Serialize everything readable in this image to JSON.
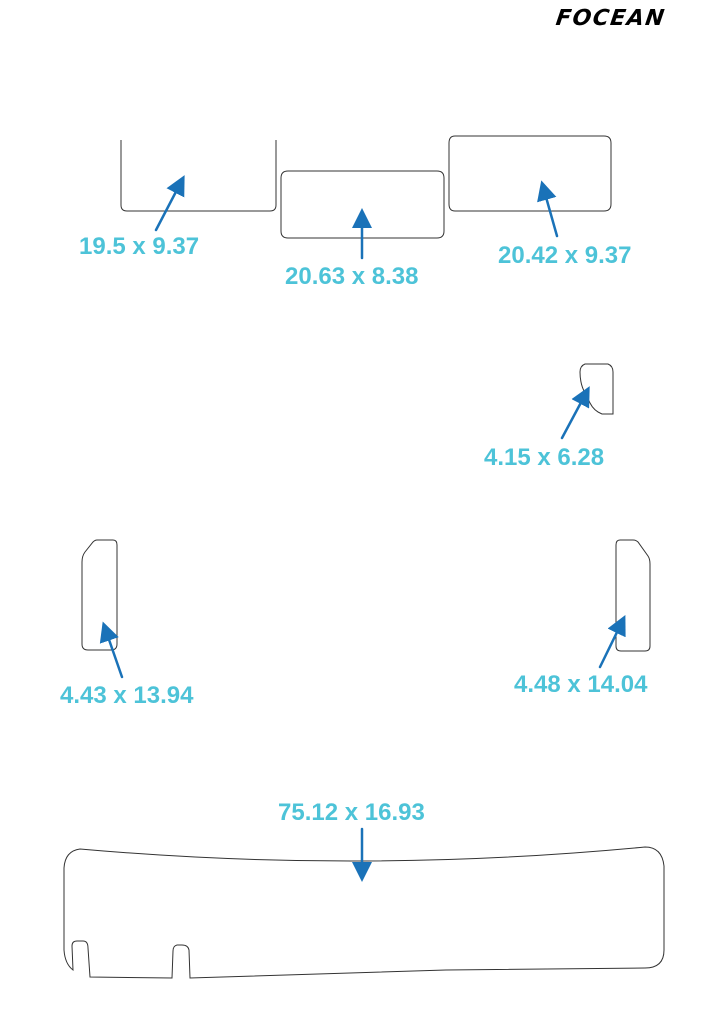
{
  "brand": {
    "logo_text": "FOCEAN"
  },
  "colors": {
    "label": "#4dc3d8",
    "arrow": "#1a72b8",
    "outline": "#333333",
    "background": "#ffffff"
  },
  "pieces": [
    {
      "label": "19.5 x 9.37"
    },
    {
      "label": "20.63 x 8.38"
    },
    {
      "label": "20.42 x 9.37"
    },
    {
      "label": "4.15 x 6.28"
    },
    {
      "label": "4.43 x 13.94"
    },
    {
      "label": "4.48 x 14.04"
    },
    {
      "label": "75.12 x 16.93"
    }
  ]
}
